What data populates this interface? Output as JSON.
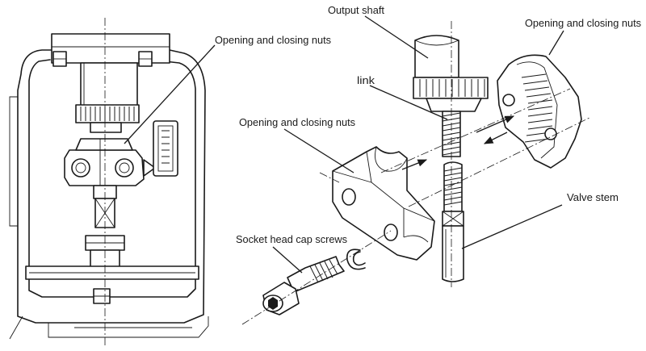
{
  "labels": {
    "output_shaft": "Output shaft",
    "nuts_left_view": "Opening and closing nuts",
    "nuts_right": "Opening and closing nuts",
    "link": "link",
    "nuts_middle": "Opening and closing nuts",
    "valve_stem": "Valve stem",
    "socket_screws": "Socket head cap screws"
  }
}
